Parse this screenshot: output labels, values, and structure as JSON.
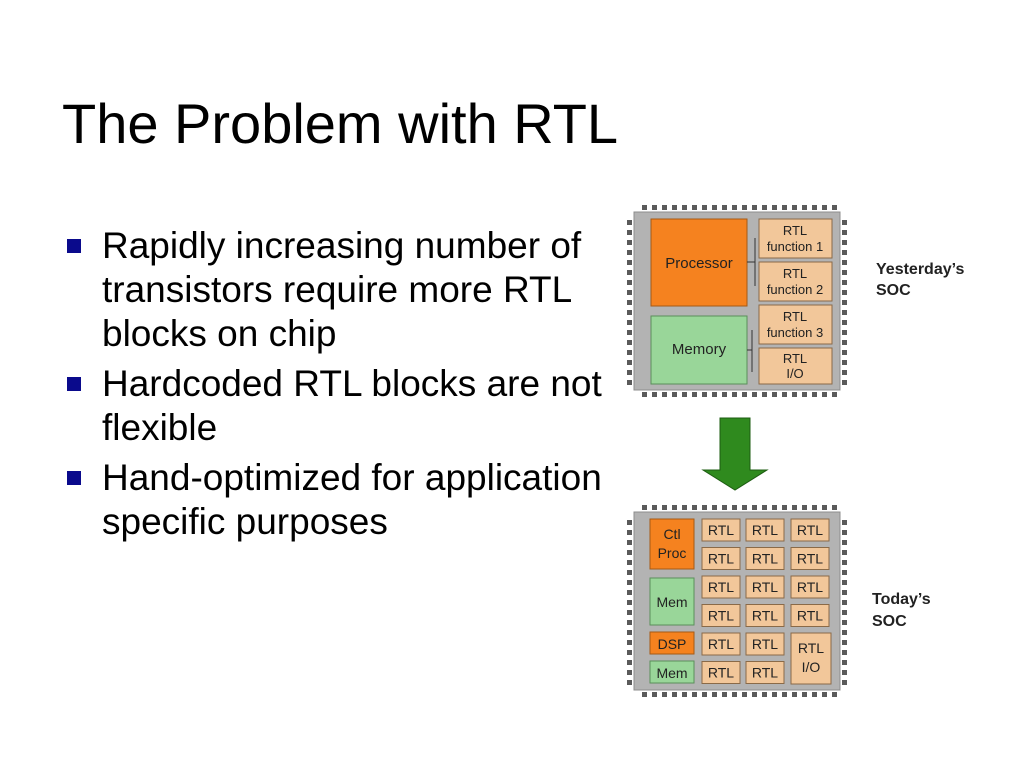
{
  "slide": {
    "title": "The Problem with RTL",
    "bullets": [
      "Rapidly increasing number of transistors require more RTL blocks on chip",
      "Hardcoded RTL blocks are not flexible",
      "Hand-optimized for application specific purposes"
    ]
  },
  "diagram": {
    "yesterday": {
      "label_line1": "Yesterday’s",
      "label_line2": "SOC",
      "processor": "Processor",
      "memory": "Memory",
      "rtl1_line1": "RTL",
      "rtl1_line2": "function 1",
      "rtl2_line1": "RTL",
      "rtl2_line2": "function 2",
      "rtl3_line1": "RTL",
      "rtl3_line2": "function 3",
      "rtlio_line1": "RTL",
      "rtlio_line2": "I/O"
    },
    "today": {
      "label_line1": "Today’s",
      "label_line2": "SOC",
      "ctl_line1": "Ctl",
      "ctl_line2": "Proc",
      "mem1": "Mem",
      "dsp": "DSP",
      "mem2": "Mem",
      "rtl": "RTL",
      "rtlio_line1": "RTL",
      "rtlio_line2": "I/O"
    },
    "colors": {
      "chip": "#b3b3b3",
      "pin": "#5a5a5a",
      "processor": "#f5821f",
      "memory": "#99d699",
      "rtl": "#f2c79a",
      "arrow": "#2f8a1e"
    }
  }
}
